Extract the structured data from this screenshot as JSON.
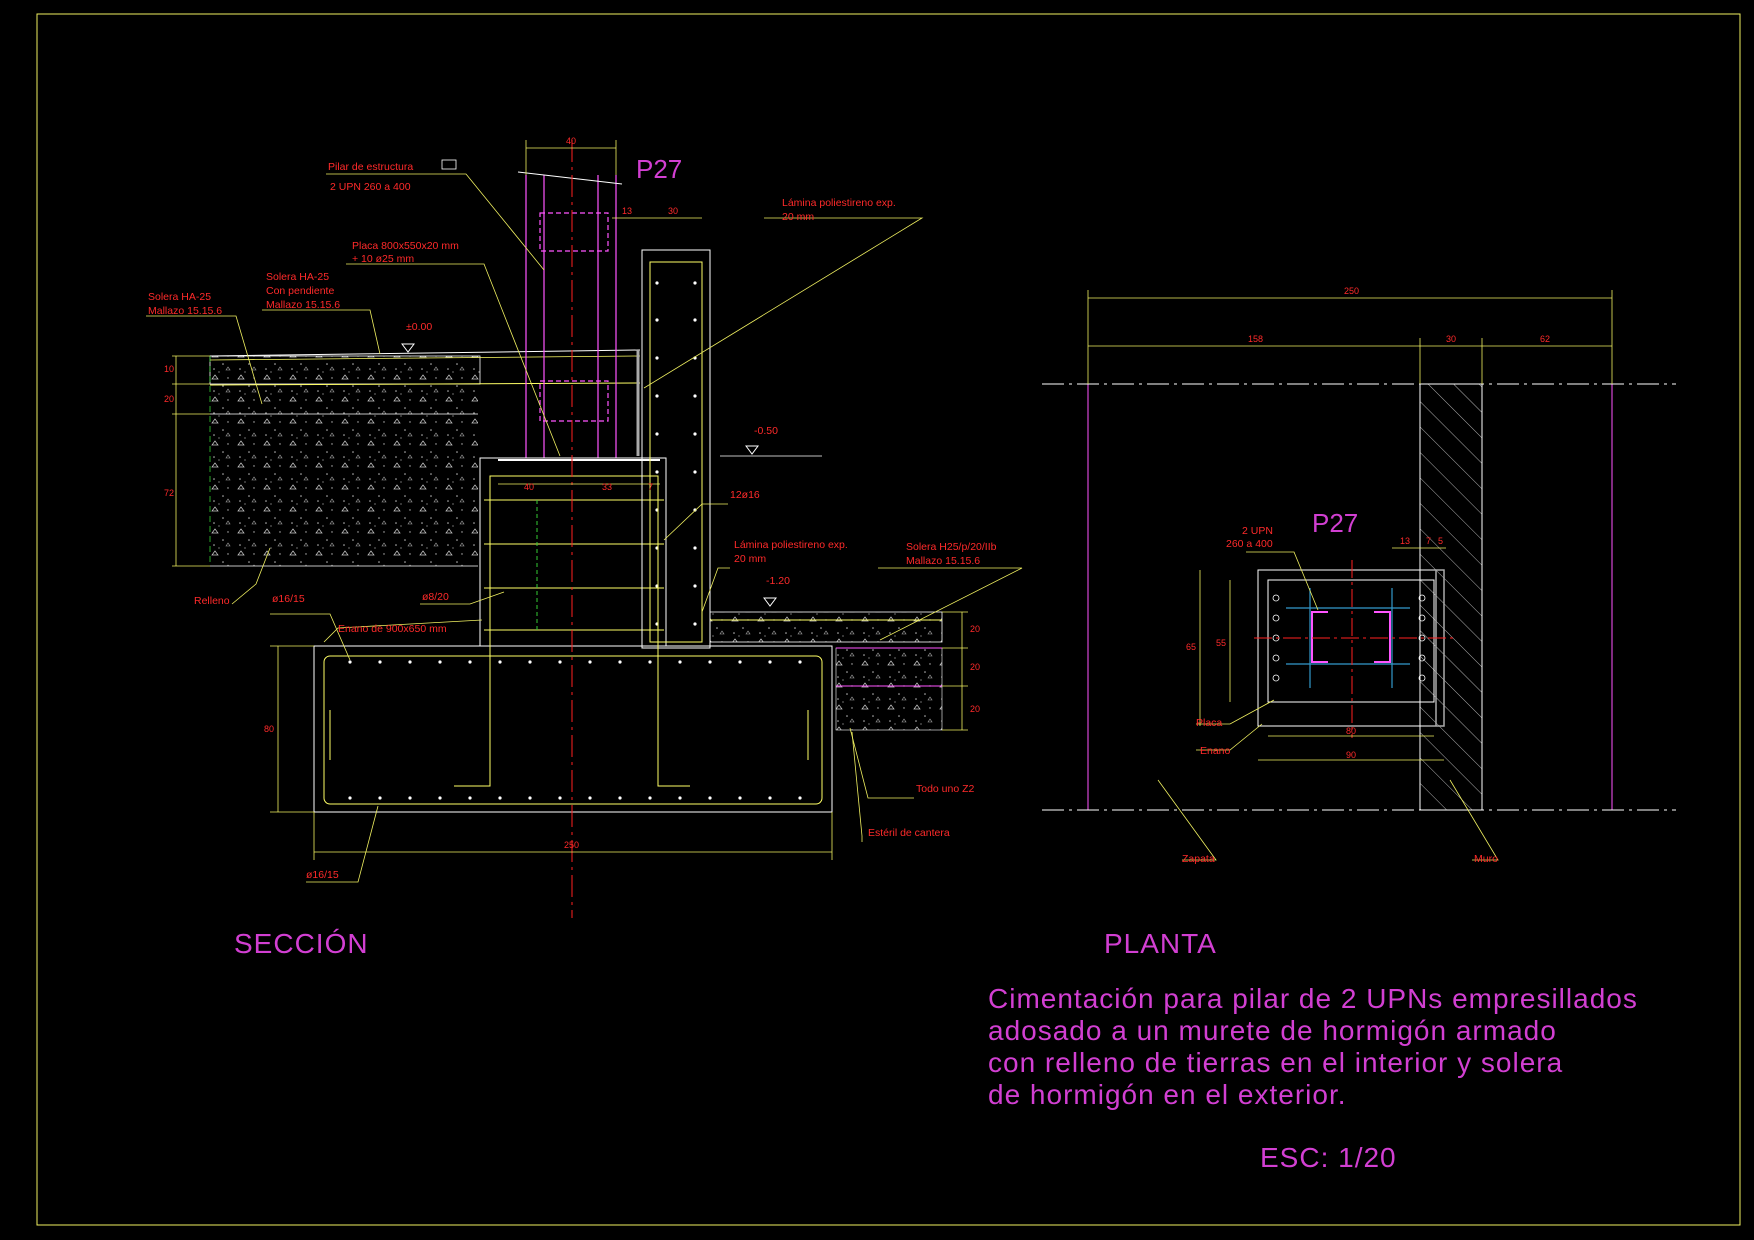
{
  "colors": {
    "background": "#000000",
    "frame": "#f0f060",
    "labels": "#ff2a2a",
    "titles": "#d23fd2",
    "steel": "#ff55ff",
    "rebar": "#ffff66",
    "concrete": "#ffffff",
    "axis": "#ff2020",
    "hatch": "#ffffff",
    "stirrup": "#33cc33",
    "cyan": "#3399cc"
  },
  "views": {
    "section_title": "SECCIÓN",
    "plan_title": "PLANTA",
    "scale": "ESC: 1/20"
  },
  "description_lines": [
    "Cimentación para pilar de 2 UPNs empresillados",
    "adosado a un murete de hormigón armado",
    "con relleno de tierras en el interior y solera",
    "de hormigón en el exterior."
  ],
  "section": {
    "pillar_tag": "P27",
    "labels": {
      "pilar1": "Pilar de estructura",
      "pilar2": "2 UPN 260 a 400",
      "placa1": "Placa 800x550x20 mm",
      "placa2": "+ 10 ø25 mm",
      "solera_ha1": "Solera HA-25",
      "solera_ha2": "Con pendiente",
      "solera_ha3": "Mallazo 15.15.6",
      "solera_l1": "Solera HA-25",
      "solera_l2": "Mallazo 15.15.6",
      "lamina_top1": "Lámina poliestireno exp.",
      "lamina_top2": "20 mm",
      "lamina_bot1": "Lámina poliestireno exp.",
      "lamina_bot2": "20 mm",
      "solera_ext1": "Solera H25/p/20/IIb",
      "solera_ext2": "Mallazo 15.15.6",
      "level_0": "±0.00",
      "level_050": "-0.50",
      "level_120": "-1.20",
      "bars_12": "12ø16",
      "stirrups": "ø8/20",
      "relleno": "Relleno",
      "mesh_top": "ø16/15",
      "mesh_bot": "ø16/15",
      "enano": "Enano de 900x650 mm",
      "todo_uno": "Todo uno Z2",
      "esteril": "Estéril de cantera"
    },
    "dims": {
      "d40_top": "40",
      "d13": "13",
      "d30": "30",
      "d10": "10",
      "d20": "20",
      "d72": "72",
      "d40_in": "40",
      "d33": "33",
      "d7": "7",
      "d20a": "20",
      "d20b": "20",
      "d20c": "20",
      "d80": "80",
      "d250": "250"
    }
  },
  "plan": {
    "pillar_tag": "P27",
    "labels": {
      "upn1": "2 UPN",
      "upn2": "260 a 400",
      "placa": "Placa",
      "enano": "Enano",
      "zapata": "Zapata",
      "muro": "Muro"
    },
    "dims": {
      "d250": "250",
      "d158": "158",
      "d30": "30",
      "d62": "62",
      "d13": "13",
      "d7": "7",
      "d5": "5",
      "d65": "65",
      "d55": "55",
      "d80": "80",
      "d90": "90"
    }
  }
}
